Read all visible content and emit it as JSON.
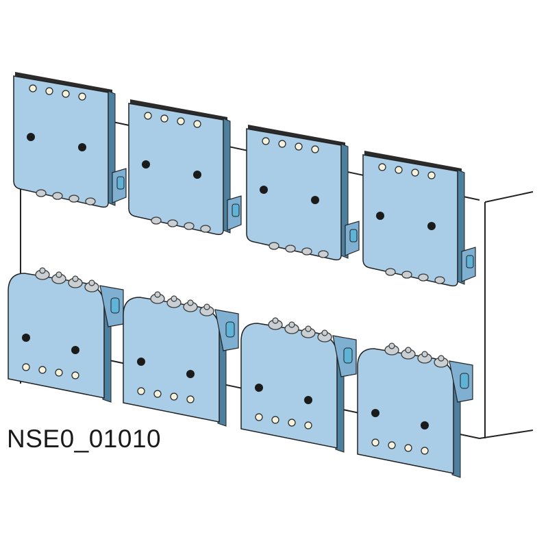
{
  "figure": {
    "label": "NSE0_01010",
    "colors": {
      "plate_face": "#a9cde6",
      "plate_side": "#7fb0d2",
      "plate_dark": "#4d7f9f",
      "plate_top": "#2b2b2b",
      "hole_open": "#f4f1dc",
      "hole_dark": "#1b1b1b",
      "bolt": "#c9cfd3",
      "bolt_dark": "#3a3a3a",
      "bracket": "#5fb3d6",
      "outline": "#222222"
    },
    "parts": {
      "upper_connectors": 4,
      "lower_connectors": 4,
      "holes_per_row": 4
    }
  }
}
